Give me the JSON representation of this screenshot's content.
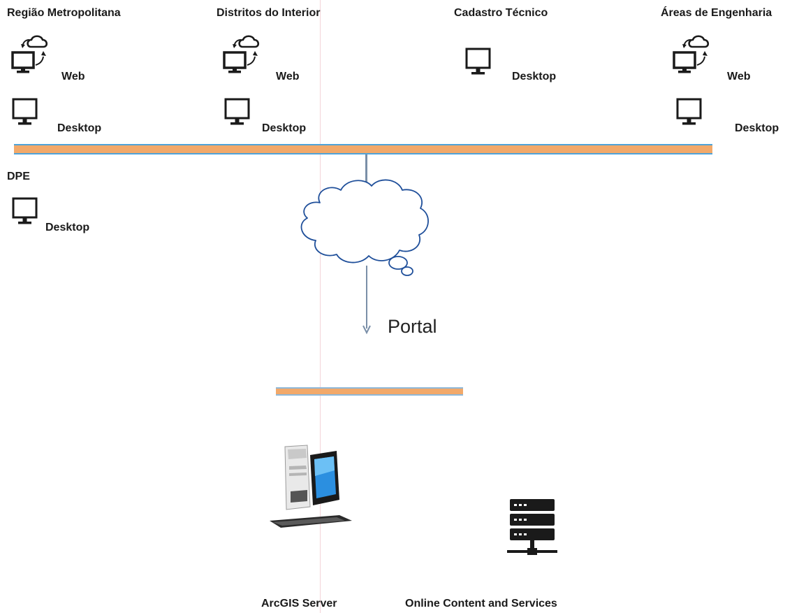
{
  "groups": {
    "regiao": {
      "title": "Região Metropolitana",
      "web": "Web",
      "desktop": "Desktop"
    },
    "distritos": {
      "title": "Distritos do Interior",
      "web": "Web",
      "desktop": "Desktop"
    },
    "cadastro": {
      "title": "Cadastro Técnico",
      "desktop": "Desktop"
    },
    "areas": {
      "title": "Áreas de Engenharia",
      "web": "Web",
      "desktop": "Desktop"
    },
    "dpe": {
      "title": "DPE",
      "desktop": "Desktop"
    }
  },
  "portal": {
    "label": "Portal"
  },
  "servers": {
    "arcgis": {
      "label": "ArcGIS Server"
    },
    "online": {
      "label": "Online Content and Services"
    }
  },
  "colors": {
    "bar_fill": "#f2a96a",
    "bar_border": "#4fa3d9",
    "cloud_stroke": "#1f4f9a",
    "icon": "#1a1a1a"
  },
  "icons": [
    "monitor-icon",
    "cloud-sync-icon",
    "cloud-icon",
    "arrow-down-icon",
    "workstation-icon",
    "server-rack-icon"
  ]
}
